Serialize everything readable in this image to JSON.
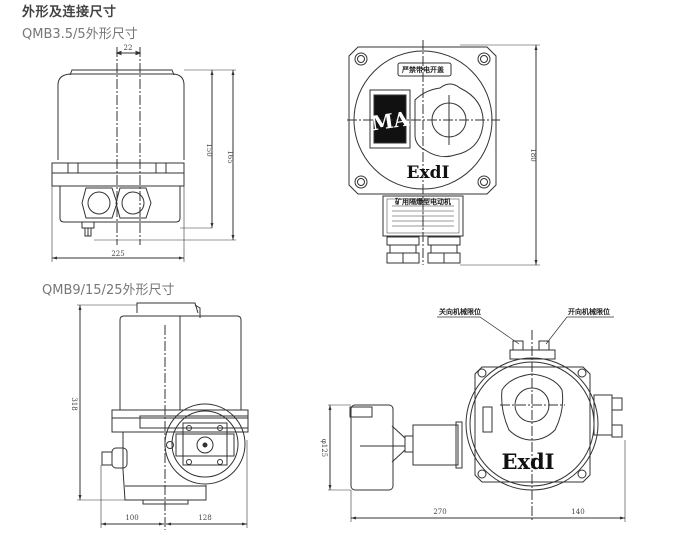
{
  "page": {
    "heading": "外形及连接尺寸",
    "model_a_title": "QMB3.5/5外形尺寸",
    "model_b_title": "QMB9/15/25外形尺寸"
  },
  "model_a": {
    "side_view": {
      "dim_width": "225",
      "dim_shaft_offset": "22",
      "dim_body_height": "150",
      "dim_total_height": "165"
    },
    "front_view": {
      "dim_height": "180",
      "marking": "ExdI",
      "ma_mark": "MA",
      "nameplate_top": "严禁带电开盖",
      "nameplate_title": "矿用隔爆型电动机"
    }
  },
  "model_b": {
    "side_view": {
      "dim_height": "318",
      "dim_left": "100",
      "dim_right": "128"
    },
    "top_view": {
      "dim_diameter": "φ125",
      "dim_left": "270",
      "dim_right": "140",
      "marking": "ExdI",
      "callout_close_limit": "关向机械限位",
      "callout_open_limit": "开向机械限位"
    }
  },
  "colors": {
    "line": "#333333",
    "text": "#444444",
    "background": "#ffffff"
  }
}
